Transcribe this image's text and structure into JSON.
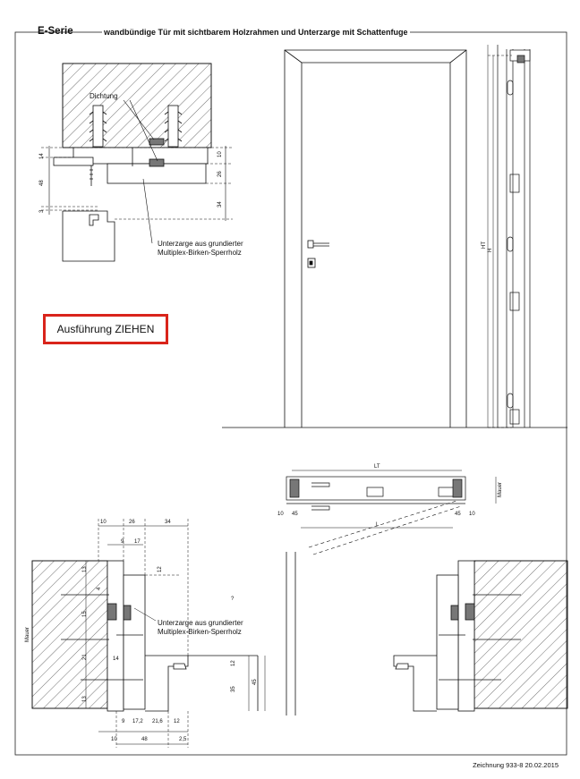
{
  "title": {
    "series": "E-Serie",
    "description": "wandbündige Tür mit sichtbarem Holzrahmen und Unterzarge mit Schattenfuge"
  },
  "labels": {
    "dichtung": "Dichtung",
    "unterzarge_top": "Unterzarge aus grundierter\nMultiplex-Birken-Sperrholz",
    "unterzarge_bottom": "Unterzarge aus grundierter\nMultiplex-Birken-Sperrholz",
    "ausfuehrung": "Ausführung  ZIEHEN",
    "mauer_left": "Mauer",
    "mauer_right": "Mauer",
    "ht": "HT",
    "h": "H",
    "lt": "LT",
    "l": "L",
    "footer": "Zeichnung 933-8  20.02.2015"
  },
  "dimensions": {
    "top_left": [
      "14",
      "48",
      "3"
    ],
    "top_right": [
      "10",
      "26",
      "34"
    ],
    "bottom_top_row": [
      "10",
      "26",
      "34"
    ],
    "bottom_second_row": [
      "9",
      "17"
    ],
    "bottom_right_stack": [
      "12"
    ],
    "bottom_left_stack": [
      "13",
      "4",
      "15",
      "21",
      "14",
      "13"
    ],
    "bottom_mid": [
      "12",
      "35",
      "45"
    ],
    "bottom_bottom_row": [
      "9",
      "17,2",
      "21,6",
      "12"
    ],
    "bottom_bottom_row2": [
      "10",
      "48",
      "2,5"
    ],
    "plan_left": [
      "10",
      "45"
    ],
    "plan_right": [
      "45",
      "10"
    ],
    "gap_mark": "?"
  }
}
